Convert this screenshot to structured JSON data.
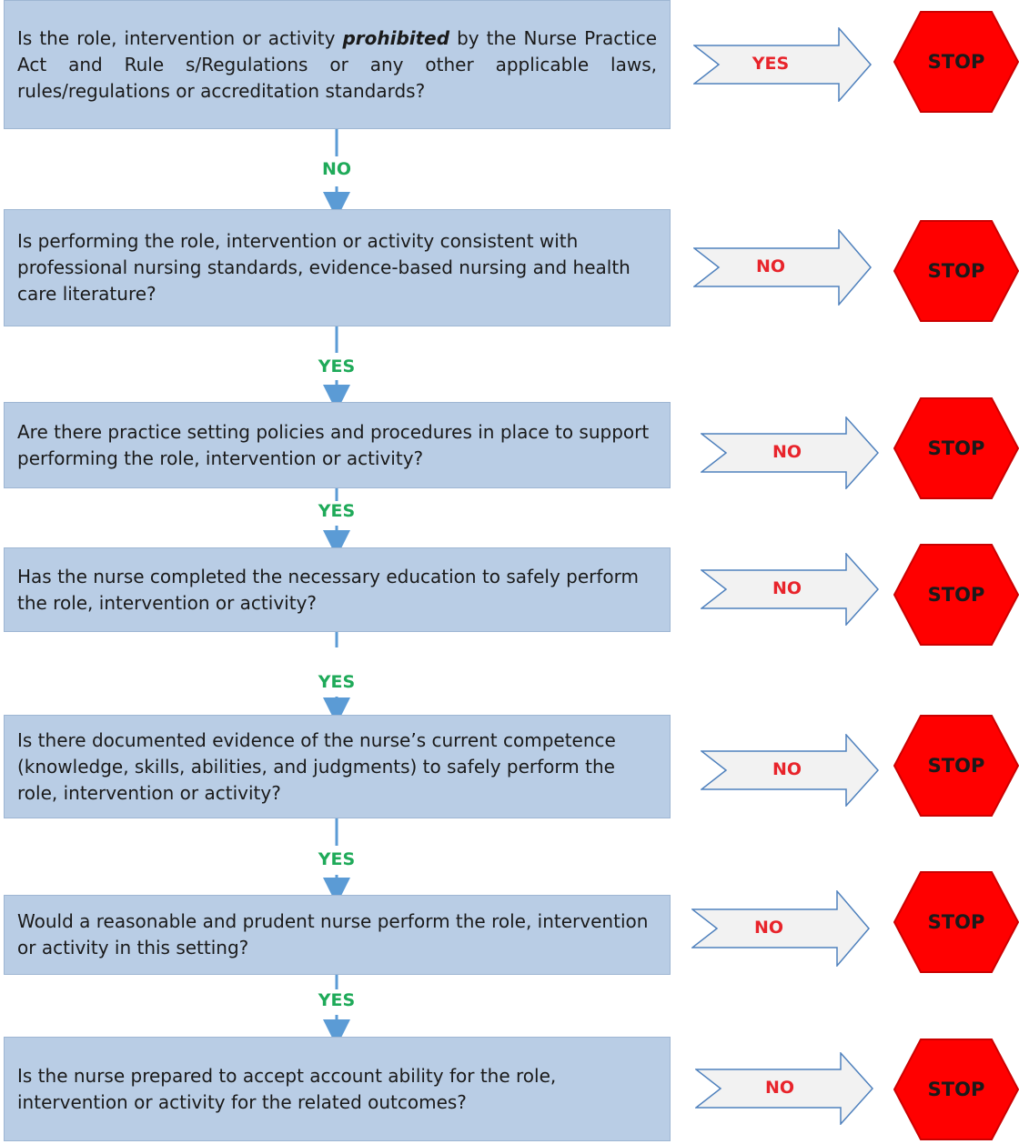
{
  "questions": [
    {
      "pre": "Is the role, intervention or activity ",
      "em": "prohibited",
      "post": " by the Nurse Practice Act and  Rule s/Regulations or any other applicable laws, rules/regulations or accreditation standards?"
    },
    {
      "pre": "Is performing the role, intervention or activity consistent with professional nursing standards, evidence-based nursing and health care literature?",
      "em": "",
      "post": ""
    },
    {
      "pre": "Are there practice setting policies and procedures in place to support performing the role, intervention or activity?",
      "em": "",
      "post": ""
    },
    {
      "pre": "Has the  nurse completed the necessary education to safely perform the  role,  intervention or activity?",
      "em": "",
      "post": ""
    },
    {
      "pre": "Is there documented evidence of the nurse’s current competence (knowledge, skills, abilities, and judgments) to safely perform the role, intervention or activity?",
      "em": "",
      "post": ""
    },
    {
      "pre": "Would a reasonable and prudent nurse perform the role, intervention or activity in this setting?",
      "em": "",
      "post": ""
    },
    {
      "pre": "Is the nurse prepared to accept account ability for the role, intervention or activity for the related outcomes?",
      "em": "",
      "post": ""
    }
  ],
  "connector_labels": [
    "NO",
    "YES",
    "YES",
    "YES",
    "YES",
    "YES"
  ],
  "side_arrow_labels": [
    "YES",
    "NO",
    "NO",
    "NO",
    "NO",
    "NO",
    "NO"
  ],
  "stop_labels": [
    "STOP",
    "STOP",
    "STOP",
    "STOP",
    "STOP",
    "STOP",
    "STOP"
  ],
  "colors": {
    "box_fill": "#b9cde5",
    "connector": "#5b9bd5",
    "yes_no_down": "#1faa59",
    "side_label": "#e8242b",
    "stop_fill": "#ff0000"
  }
}
